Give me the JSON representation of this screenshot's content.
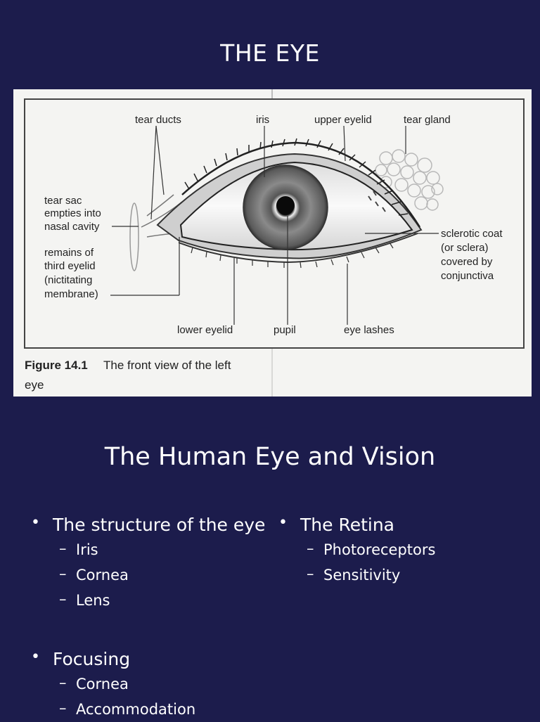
{
  "slide": {
    "title": "THE EYE",
    "subtitle": "The Human Eye and Vision"
  },
  "figure": {
    "labels": {
      "tear_ducts": "tear ducts",
      "iris": "iris",
      "upper_eyelid": "upper eyelid",
      "tear_gland": "tear gland",
      "tear_sac_1": "tear sac",
      "tear_sac_2": "empties into",
      "tear_sac_3": "nasal cavity",
      "third_eyelid_1": "remains of",
      "third_eyelid_2": "third eyelid",
      "third_eyelid_3": "(nictitating",
      "third_eyelid_4": "membrane)",
      "sclerotic_1": "sclerotic coat",
      "sclerotic_2": "(or sclera)",
      "sclerotic_3": "covered by",
      "sclerotic_4": "conjunctiva",
      "lower_eyelid": "lower eyelid",
      "pupil": "pupil",
      "eye_lashes": "eye lashes"
    },
    "caption_bold": "Figure 14.1",
    "caption_line1": "The front view of the left",
    "caption_line2": "eye"
  },
  "content": {
    "left_bullet": "The structure of the eye",
    "left_items": [
      "Iris",
      "Cornea",
      "Lens"
    ],
    "left2_bullet": "Focusing",
    "left2_items": [
      "Cornea",
      "Accommodation"
    ],
    "right_bullet": "The Retina",
    "right_items": [
      "Photoreceptors",
      "Sensitivity"
    ],
    "bullet_char": "•",
    "dash_char": "–"
  }
}
